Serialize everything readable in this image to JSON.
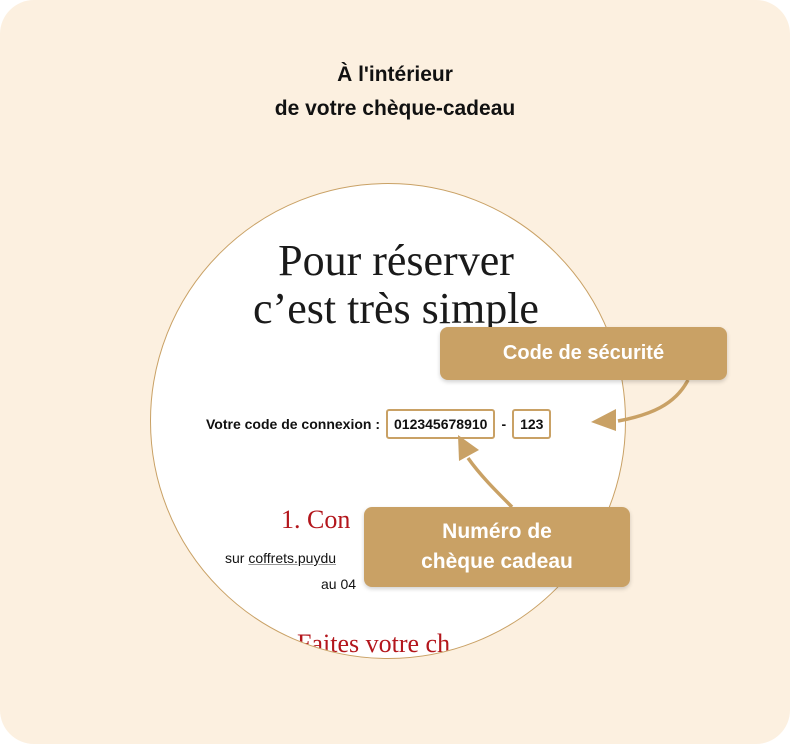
{
  "header": {
    "title_line1": "À l'intérieur",
    "title_line2": "de votre chèque-cadeau"
  },
  "voucher": {
    "headline_line1": "Pour réserver",
    "headline_line2": "c’est très simple",
    "code_label": "Votre code de connexion :",
    "voucher_number": "012345678910",
    "separator": "-",
    "security_code": "123",
    "step1_title": "1. Con",
    "step1_prefix": "sur ",
    "step1_link": "coffrets.puydu",
    "step1_phone": "au 04",
    "step2_title": "Faites votre ch"
  },
  "callouts": {
    "security_label": "Code de sécurité",
    "number_label_line1": "Numéro de",
    "number_label_line2": "chèque cadeau"
  },
  "colors": {
    "background": "#fcf0e0",
    "accent_gold": "#c9a165",
    "step_red": "#b3161c",
    "text_dark": "#111111"
  },
  "icons": {
    "security_arrow": "curved-arrow-left-icon",
    "number_arrow": "curved-arrow-up-icon"
  }
}
